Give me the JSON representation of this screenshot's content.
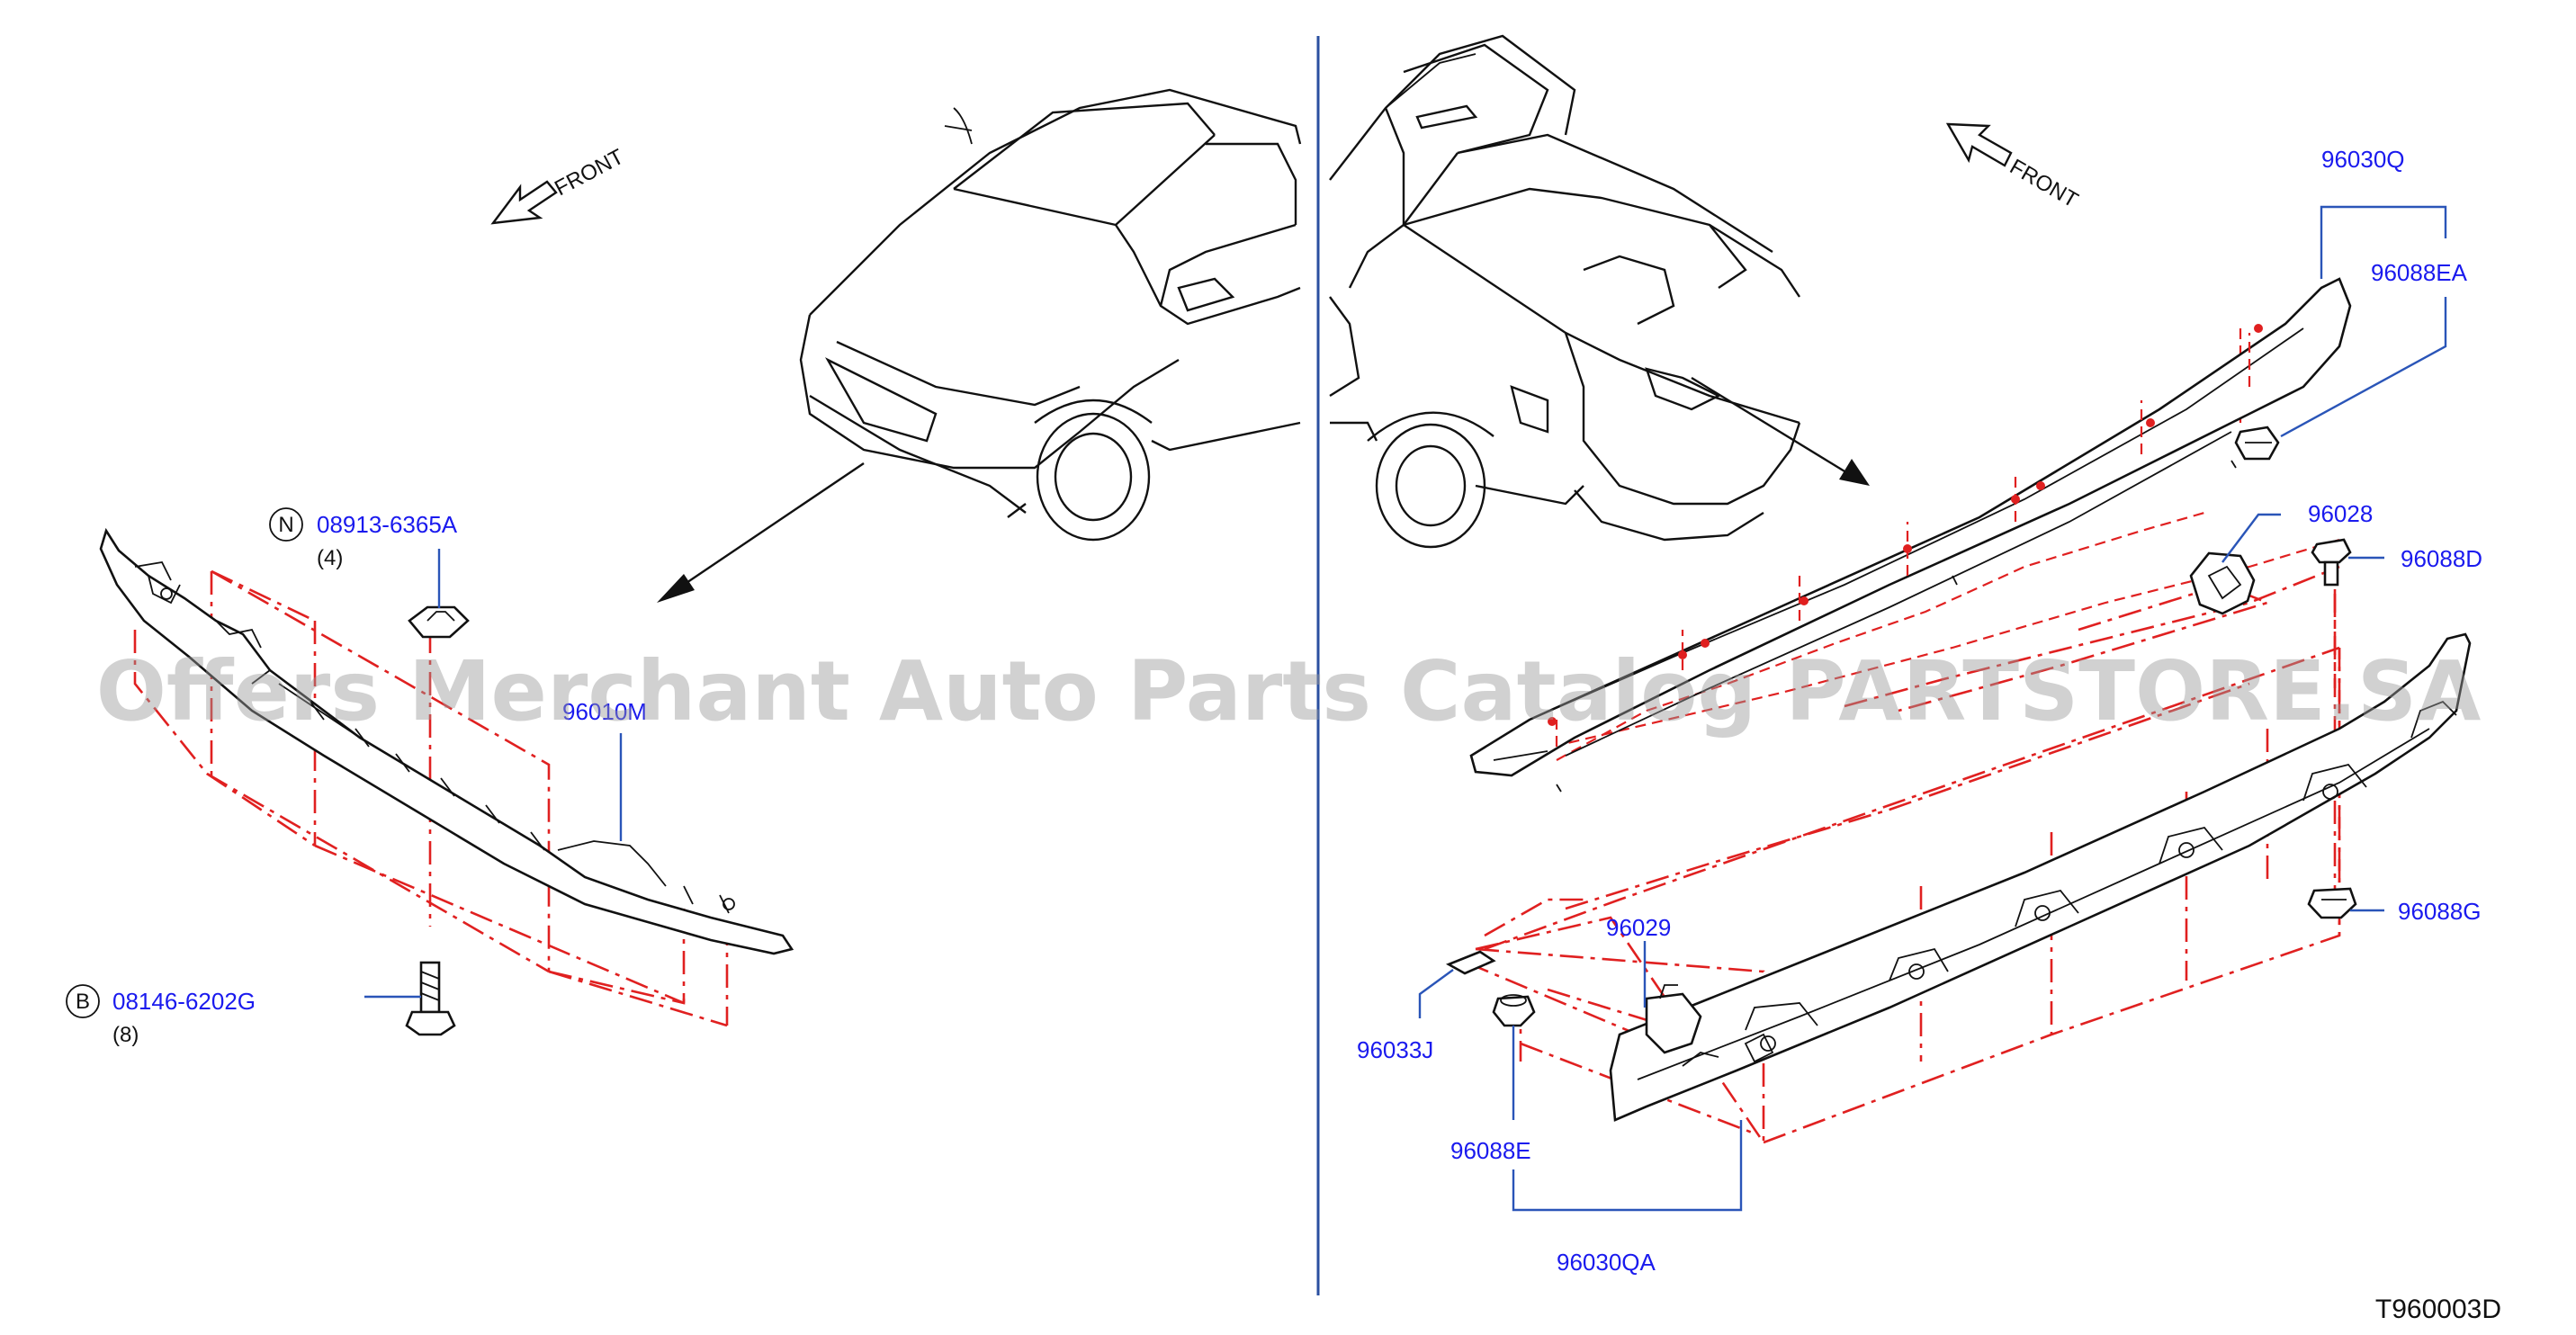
{
  "diagram": {
    "code": "T960003D",
    "watermark": "Offers Merchant Auto Parts Catalog PARTSTORE.SA",
    "left_front_label": "FRONT",
    "right_front_label": "FRONT",
    "parts": {
      "p08913": {
        "symbol": "N",
        "label": "08913-6365A",
        "qty": "(4)"
      },
      "p08146": {
        "symbol": "B",
        "label": "08146-6202G",
        "qty": "(8)"
      },
      "p96010": {
        "label": "96010M"
      },
      "p96030q": {
        "label": "96030Q"
      },
      "p96088ea": {
        "label": "96088EA"
      },
      "p96028": {
        "label": "96028"
      },
      "p96088d": {
        "label": "96088D"
      },
      "p96088g": {
        "label": "96088G"
      },
      "p96029": {
        "label": "96029"
      },
      "p96033j": {
        "label": "96033J"
      },
      "p96088e": {
        "label": "96088E"
      },
      "p96030qa": {
        "label": "96030QA"
      }
    }
  },
  "colors": {
    "callout": "#1a1aee",
    "leader": "#2a55b8",
    "phantom": "#e02020",
    "line": "#111111"
  }
}
